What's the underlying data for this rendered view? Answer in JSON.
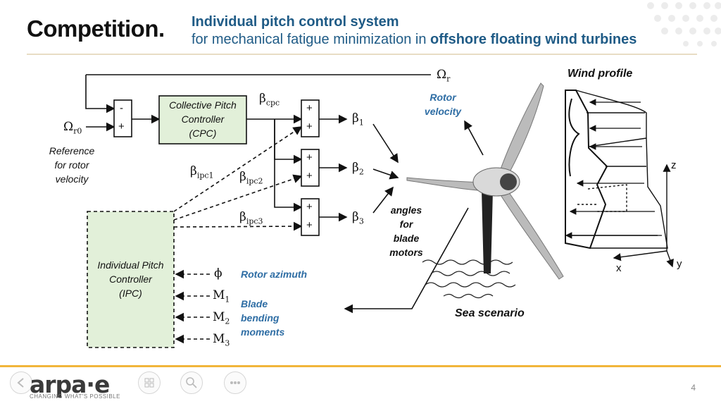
{
  "header": {
    "title": "Competition.",
    "subtitle_line1": "Individual pitch control system",
    "subtitle_line2_plain": "for mechanical fatigue minimization in ",
    "subtitle_line2_bold": "offshore floating wind turbines"
  },
  "diagram": {
    "omega_r0": "Ω",
    "omega_r0_sub": "r0",
    "omega_r": "Ω",
    "omega_r_sub": "r",
    "reference_label": [
      "Reference",
      "for rotor",
      "velocity"
    ],
    "sum1_top": "-",
    "sum1_bottom": "+",
    "cpc_label": [
      "Collective Pitch",
      "Controller",
      "(CPC)"
    ],
    "beta": "β",
    "beta_cpc_sub": "cpc",
    "beta_ipc1_sub": "ipc1",
    "beta_ipc2_sub": "ipc2",
    "beta_ipc3_sub": "ipc3",
    "plus": "+",
    "beta1_sub": "1",
    "beta2_sub": "2",
    "beta3_sub": "3",
    "ipc_label": [
      "Individual Pitch",
      "Controller",
      "(IPC)"
    ],
    "phi": "ϕ",
    "m": "M",
    "m1_sub": "1",
    "m2_sub": "2",
    "m3_sub": "3",
    "rotor_azimuth": "Rotor azimuth",
    "blade_bending": [
      "Blade",
      "bending",
      "moments"
    ],
    "rotor_velocity": [
      "Rotor",
      "velocity"
    ],
    "angles_label": [
      "angles",
      "for",
      "blade",
      "motors"
    ],
    "sea_scenario": "Sea scenario",
    "wind_profile": "Wind profile",
    "axis_z": "z",
    "axis_x": "x",
    "axis_y": "y"
  },
  "footer": {
    "logo": "arpa·e",
    "tagline": "CHANGING WHAT'S POSSIBLE",
    "page_number": "4"
  },
  "colors": {
    "title_blue": "#1f5b86",
    "annotation_blue": "#2e6da4",
    "box_green": "#e2f0d9",
    "footer_gold": "#f1b53a"
  }
}
